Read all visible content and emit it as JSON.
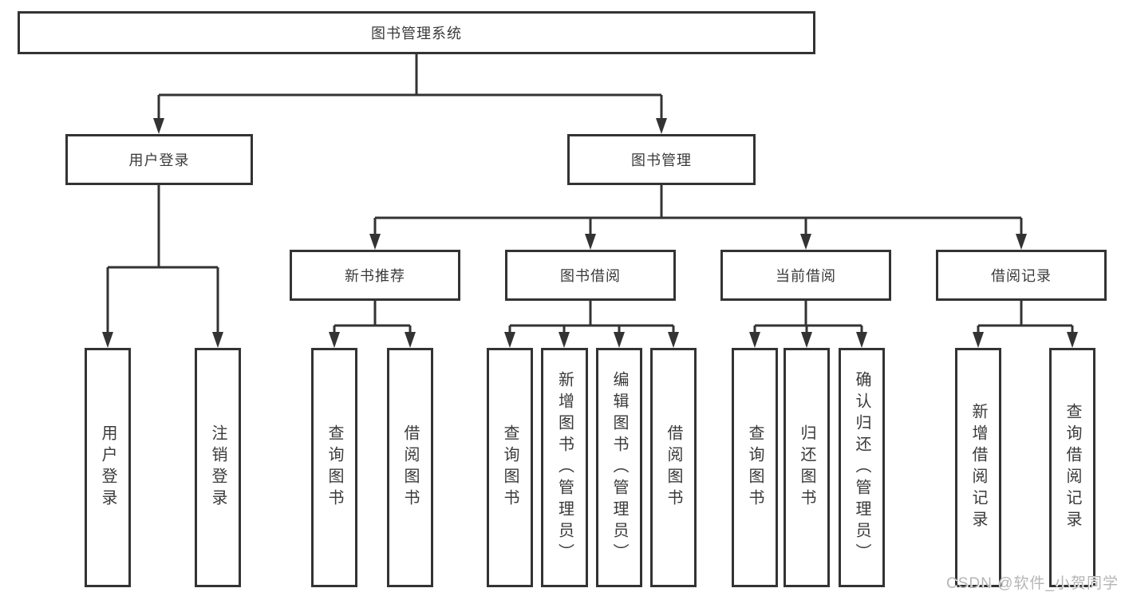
{
  "nodes": {
    "root": {
      "label": "图书管理系统"
    },
    "user_login": {
      "label": "用户登录"
    },
    "book_mgmt": {
      "label": "图书管理"
    },
    "new_book_rec": {
      "label": "新书推荐"
    },
    "book_borrow": {
      "label": "图书借阅"
    },
    "current_borrow": {
      "label": "当前借阅"
    },
    "borrow_record": {
      "label": "借阅记录"
    },
    "leaf_user_login": {
      "label": "用户登录"
    },
    "leaf_logout": {
      "label": "注销登录"
    },
    "leaf_nb_query": {
      "label": "查询图书"
    },
    "leaf_nb_borrow": {
      "label": "借阅图书"
    },
    "leaf_bb_query": {
      "label": "查询图书"
    },
    "leaf_bb_add": {
      "label": "新增图书（管理员）"
    },
    "leaf_bb_edit": {
      "label": "编辑图书（管理员）"
    },
    "leaf_bb_borrow": {
      "label": "借阅图书"
    },
    "leaf_cb_query": {
      "label": "查询图书"
    },
    "leaf_cb_return": {
      "label": "归还图书"
    },
    "leaf_cb_confirm": {
      "label": "确认归还（管理员）"
    },
    "leaf_br_add": {
      "label": "新增借阅记录"
    },
    "leaf_br_query": {
      "label": "查询借阅记录"
    }
  },
  "hierarchy": {
    "图书管理系统": {
      "用户登录": [
        "用户登录",
        "注销登录"
      ],
      "图书管理": {
        "新书推荐": [
          "查询图书",
          "借阅图书"
        ],
        "图书借阅": [
          "查询图书",
          "新增图书（管理员）",
          "编辑图书（管理员）",
          "借阅图书"
        ],
        "当前借阅": [
          "查询图书",
          "归还图书",
          "确认归还（管理员）"
        ],
        "借阅记录": [
          "新增借阅记录",
          "查询借阅记录"
        ]
      }
    }
  },
  "watermark": {
    "text": "CSDN @软件_小贺同学"
  },
  "colors": {
    "line": "#333333",
    "box_border": "#333333",
    "box_bg": "#ffffff",
    "text": "#3a3a3a",
    "watermark": "#b5b5b5"
  }
}
